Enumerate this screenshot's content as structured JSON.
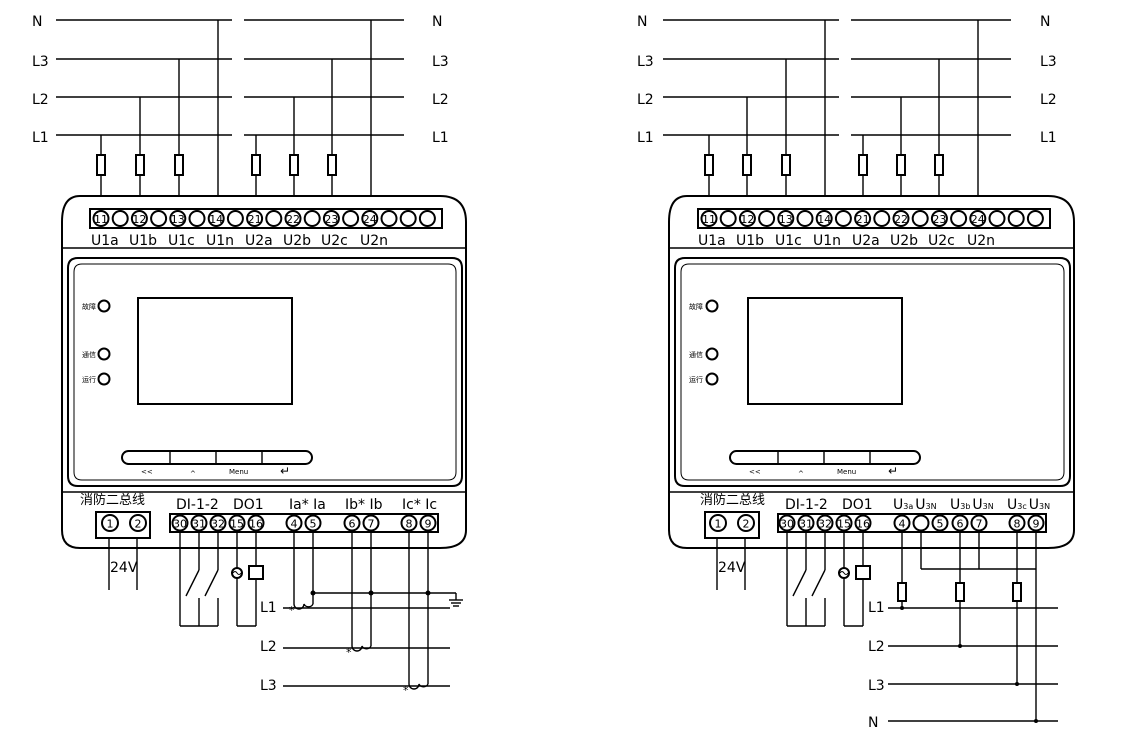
{
  "diagrams": [
    {
      "variant": "current-transformer",
      "line_labels": [
        "N",
        "L3",
        "L2",
        "L1"
      ],
      "top_terminals": [
        "11",
        "",
        "12",
        "",
        "13",
        "",
        "14",
        "",
        "21",
        "",
        "22",
        "",
        "23",
        "",
        "24",
        "",
        "",
        ""
      ],
      "voltage_labels": [
        "U1a",
        "U1b",
        "U1c",
        "U1n",
        "U2a",
        "U2b",
        "U2c",
        "U2n"
      ],
      "indicators": [
        "故障",
        "通信",
        "运行"
      ],
      "buttons": [
        "<<",
        "^",
        "Menu",
        "↵"
      ],
      "power_label": "消防二总线",
      "power_terminals": [
        "1",
        "2"
      ],
      "power_voltage": "24V",
      "di_label": "DI-1-2",
      "do_label": "DO1",
      "bottom_terminals": [
        "30",
        "31",
        "32",
        "15",
        "16",
        "4",
        "5",
        "6",
        "7",
        "8",
        "9"
      ],
      "current_labels": [
        {
          "main": "Ia*",
          "sep": " ",
          "tail": "Ia"
        },
        {
          "main": "Ib*",
          "sep": " ",
          "tail": "Ib"
        },
        {
          "main": "Ic*",
          "sep": " ",
          "tail": "Ic"
        }
      ],
      "phase_labels": [
        "L1",
        "L2",
        "L3"
      ]
    },
    {
      "variant": "voltage",
      "line_labels": [
        "N",
        "L3",
        "L2",
        "L1"
      ],
      "top_terminals": [
        "11",
        "",
        "12",
        "",
        "13",
        "",
        "14",
        "",
        "21",
        "",
        "22",
        "",
        "23",
        "",
        "24",
        "",
        "",
        ""
      ],
      "voltage_labels": [
        "U1a",
        "U1b",
        "U1c",
        "U1n",
        "U2a",
        "U2b",
        "U2c",
        "U2n"
      ],
      "indicators": [
        "故障",
        "通信",
        "运行"
      ],
      "buttons": [
        "<<",
        "^",
        "Menu",
        "↵"
      ],
      "power_label": "消防二总线",
      "power_terminals": [
        "1",
        "2"
      ],
      "power_voltage": "24V",
      "di_label": "DI-1-2",
      "do_label": "DO1",
      "bottom_terminals": [
        "30",
        "31",
        "32",
        "15",
        "16",
        "4",
        "",
        "5",
        "6",
        "7",
        "8",
        "9"
      ],
      "voltage_inputs": [
        {
          "main": "U",
          "sub": "3a",
          "main2": "U",
          "sub2": "3N"
        },
        {
          "main": "U",
          "sub": "3b",
          "main2": "U",
          "sub2": "3N"
        },
        {
          "main": "U",
          "sub": "3c",
          "main2": "U",
          "sub2": "3N"
        }
      ],
      "phase_labels": [
        "L1",
        "L2",
        "L3",
        "N"
      ]
    }
  ]
}
